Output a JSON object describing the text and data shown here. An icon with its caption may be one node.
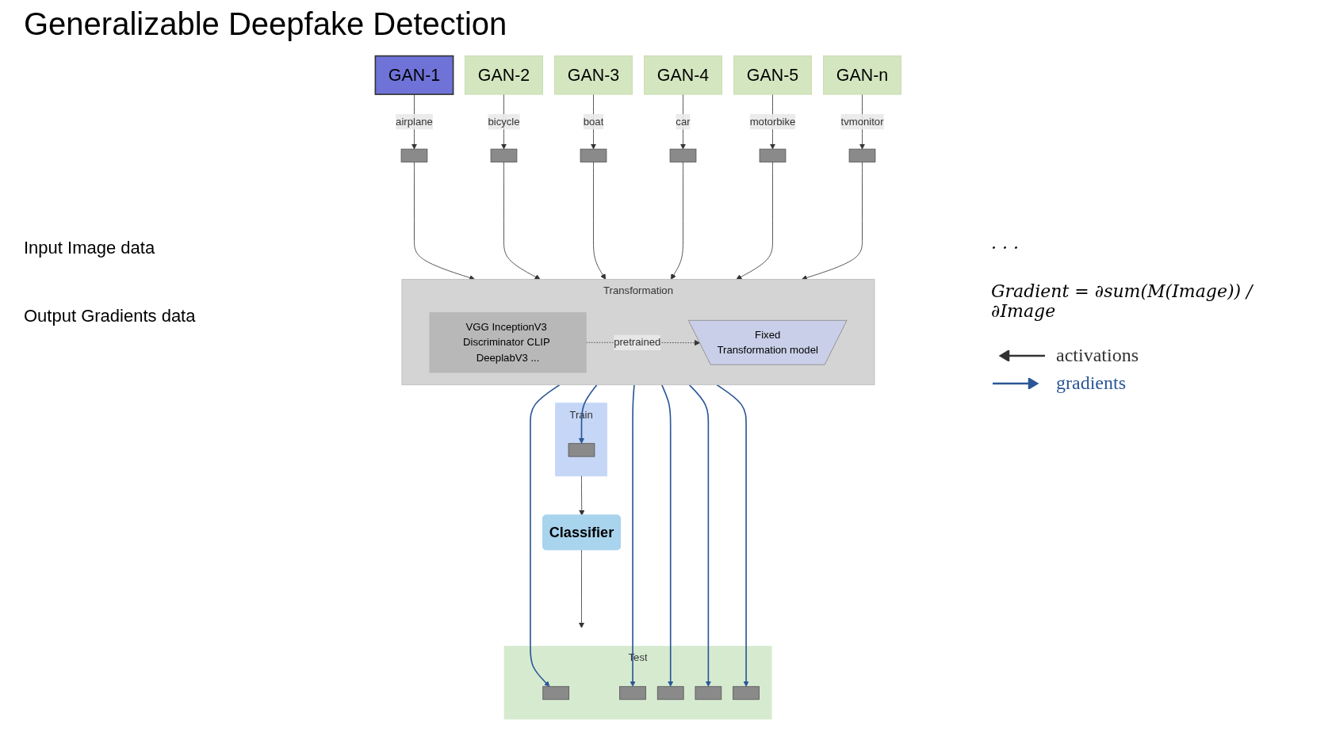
{
  "diagram": {
    "title": "Generalizable Deepfake Detection",
    "nodes": [
      {
        "text": [
          "GAN-1"
        ]
      },
      {
        "text": [
          "GAN-2"
        ]
      },
      {
        "text": [
          "GAN-3"
        ]
      },
      {
        "text": [
          "GAN-4"
        ]
      },
      {
        "text": [
          "GAN-5"
        ]
      },
      {
        "text": [
          "GAN-n"
        ]
      },
      {
        "text": [],
        "shape": "box"
      },
      {
        "text": [],
        "shape": "box"
      },
      {
        "text": [],
        "shape": "box"
      },
      {
        "text": [],
        "shape": "box"
      },
      {
        "text": [],
        "shape": "box"
      },
      {
        "text": [],
        "shape": "box"
      },
      {
        "text": [
          "Transformation"
        ]
      },
      {
        "text": [
          "VGG InceptionV3 Discriminator CLIP DeeplabV3 ..."
        ],
        "in": 12
      },
      {
        "text": [
          "Fixed",
          "Transformation model"
        ],
        "in": 12
      },
      {
        "text": [
          "Train"
        ]
      },
      {
        "text": [
          "Test"
        ]
      },
      {
        "text": [],
        "shape": "box",
        "in": 15
      },
      {
        "text": [],
        "shape": "box",
        "in": 16
      },
      {
        "text": [],
        "shape": "box",
        "in": 16
      },
      {
        "text": [],
        "shape": "box",
        "in": 16
      },
      {
        "text": [],
        "shape": "box",
        "in": 16
      },
      {
        "text": [],
        "shape": "box",
        "in": 16
      },
      {
        "text": [
          "Classifier"
        ]
      }
    ],
    "edges": [
      {
        "from": 0,
        "to": 6,
        "arrow": "to",
        "label": "airplane"
      },
      {
        "from": 1,
        "to": 7,
        "arrow": "to",
        "label": "bicycle"
      },
      {
        "from": 2,
        "to": 8,
        "arrow": "to",
        "label": "boat"
      },
      {
        "from": 3,
        "to": 9,
        "arrow": "to",
        "label": "car"
      },
      {
        "from": 4,
        "to": 10,
        "arrow": "to",
        "label": "motorbike"
      },
      {
        "from": 5,
        "to": 11,
        "arrow": "to",
        "label": "tvmonitor"
      },
      {
        "from": 6,
        "to": 12,
        "arrow": "to"
      },
      {
        "from": 7,
        "to": 12,
        "arrow": "to"
      },
      {
        "from": 8,
        "to": 12,
        "arrow": "to"
      },
      {
        "from": 9,
        "to": 12,
        "arrow": "to"
      },
      {
        "from": 10,
        "to": 12,
        "arrow": "to"
      },
      {
        "from": 11,
        "to": 12,
        "arrow": "to"
      },
      {
        "from": 13,
        "to": 14,
        "arrow": "to",
        "label": "pretrained",
        "style": "dashed"
      },
      {
        "from": 12,
        "to": 17,
        "arrow": "to",
        "color": "#2b5797"
      },
      {
        "from": 12,
        "to": 18,
        "arrow": "to",
        "color": "#2b5797"
      },
      {
        "from": 12,
        "to": 19,
        "arrow": "to",
        "color": "#2b5797"
      },
      {
        "from": 12,
        "to": 20,
        "arrow": "to",
        "color": "#2b5797"
      },
      {
        "from": 12,
        "to": 21,
        "arrow": "to",
        "color": "#2b5797"
      },
      {
        "from": 12,
        "to": 22,
        "arrow": "to",
        "color": "#2b5797"
      },
      {
        "from": 15,
        "to": 23,
        "arrow": "to"
      },
      {
        "from": 23,
        "to": 16,
        "arrow": "to"
      }
    ],
    "labels": [
      "· · ·",
      "Input Image data",
      "Output Gradients data",
      "Gradient = ∂sum(M(Image)) / ∂Image"
    ],
    "legend": [
      {
        "text": "activations"
      },
      {
        "text": "gradients"
      }
    ]
  }
}
